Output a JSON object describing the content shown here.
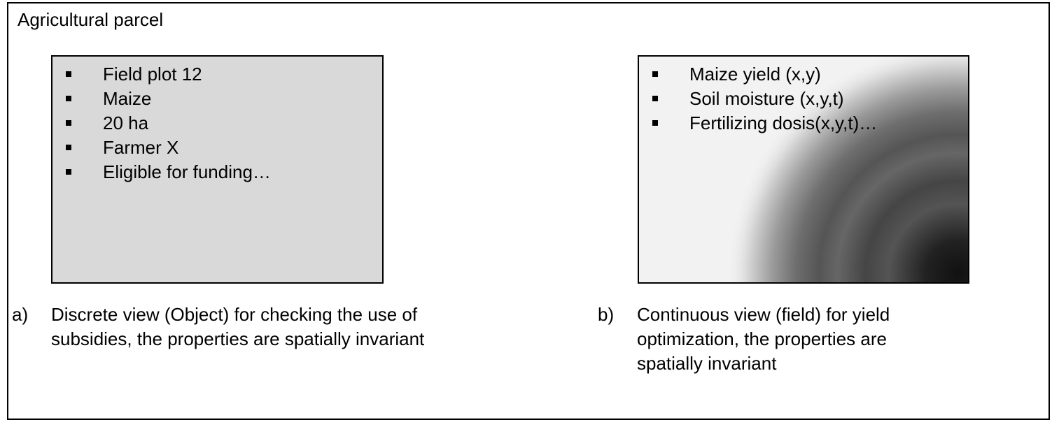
{
  "frame": {
    "title": "Agricultural parcel"
  },
  "panel_a": {
    "items": [
      "Field plot 12",
      "Maize",
      "20 ha",
      "Farmer X",
      "Eligible for funding…"
    ],
    "fill_color": "#d9d9d9"
  },
  "panel_b": {
    "items": [
      "Maize yield (x,y)",
      "Soil moisture (x,y,t)",
      "Fertilizing dosis(x,y,t)…"
    ],
    "fill_color": "#f2f2f2",
    "gradient_dark_color": "#111111"
  },
  "caption_a": {
    "letter": "a)",
    "text": "Discrete view (Object) for checking the use of\nsubsidies, the properties are spatially invariant"
  },
  "caption_b": {
    "letter": "b)",
    "text": "Continuous view (field) for yield\noptimization, the properties are\nspatially invariant"
  }
}
